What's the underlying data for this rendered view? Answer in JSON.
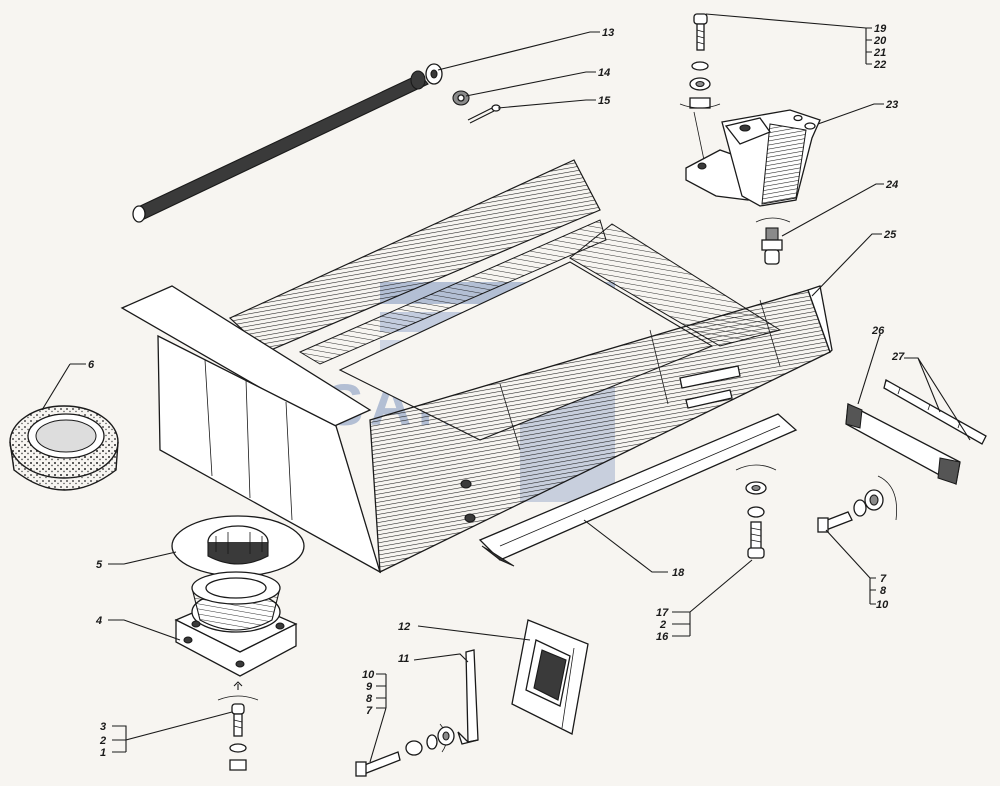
{
  "watermark": {
    "text": "SANT",
    "color": "#7d93bd"
  },
  "colors": {
    "ink": "#1a1a1a",
    "paper": "#f7f5f1"
  },
  "callouts": [
    {
      "id": "c13",
      "label": "13"
    },
    {
      "id": "c14",
      "label": "14"
    },
    {
      "id": "c15",
      "label": "15"
    },
    {
      "id": "c19",
      "label": "19"
    },
    {
      "id": "c20",
      "label": "20"
    },
    {
      "id": "c21",
      "label": "21"
    },
    {
      "id": "c22",
      "label": "22"
    },
    {
      "id": "c23",
      "label": "23"
    },
    {
      "id": "c24",
      "label": "24"
    },
    {
      "id": "c25",
      "label": "25"
    },
    {
      "id": "c26",
      "label": "26"
    },
    {
      "id": "c27",
      "label": "27"
    },
    {
      "id": "c6",
      "label": "6"
    },
    {
      "id": "c5",
      "label": "5"
    },
    {
      "id": "c4",
      "label": "4"
    },
    {
      "id": "c3",
      "label": "3"
    },
    {
      "id": "c2a",
      "label": "2"
    },
    {
      "id": "c1",
      "label": "1"
    },
    {
      "id": "c12",
      "label": "12"
    },
    {
      "id": "c11",
      "label": "11"
    },
    {
      "id": "c10a",
      "label": "10"
    },
    {
      "id": "c9",
      "label": "9"
    },
    {
      "id": "c8a",
      "label": "8"
    },
    {
      "id": "c7a",
      "label": "7"
    },
    {
      "id": "c18",
      "label": "18"
    },
    {
      "id": "c17",
      "label": "17"
    },
    {
      "id": "c2b",
      "label": "2"
    },
    {
      "id": "c16",
      "label": "16"
    },
    {
      "id": "c7b",
      "label": "7"
    },
    {
      "id": "c8b",
      "label": "8"
    },
    {
      "id": "c10b",
      "label": "10"
    }
  ]
}
